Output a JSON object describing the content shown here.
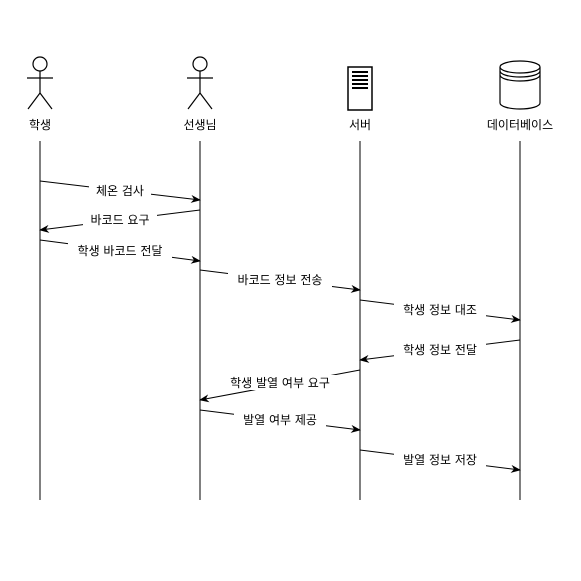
{
  "participants": [
    {
      "label": "학생",
      "icon": "actor-icon"
    },
    {
      "label": "선생님",
      "icon": "actor-icon"
    },
    {
      "label": "서버",
      "icon": "server-icon"
    },
    {
      "label": "데이터베이스",
      "icon": "database-icon"
    }
  ],
  "messages": [
    {
      "from": 0,
      "to": 1,
      "label": "체온 검사"
    },
    {
      "from": 1,
      "to": 0,
      "label": "바코드 요구"
    },
    {
      "from": 0,
      "to": 1,
      "label": "학생 바코드 전달"
    },
    {
      "from": 1,
      "to": 2,
      "label": "바코드 정보 전송"
    },
    {
      "from": 2,
      "to": 3,
      "label": "학생 정보 대조"
    },
    {
      "from": 3,
      "to": 2,
      "label": "학생 정보 전달"
    },
    {
      "from": 2,
      "to": 1,
      "label": "학생 발열 여부 요구"
    },
    {
      "from": 1,
      "to": 2,
      "label": "발열 여부 제공"
    },
    {
      "from": 2,
      "to": 3,
      "label": "발열 정보 저장"
    }
  ]
}
